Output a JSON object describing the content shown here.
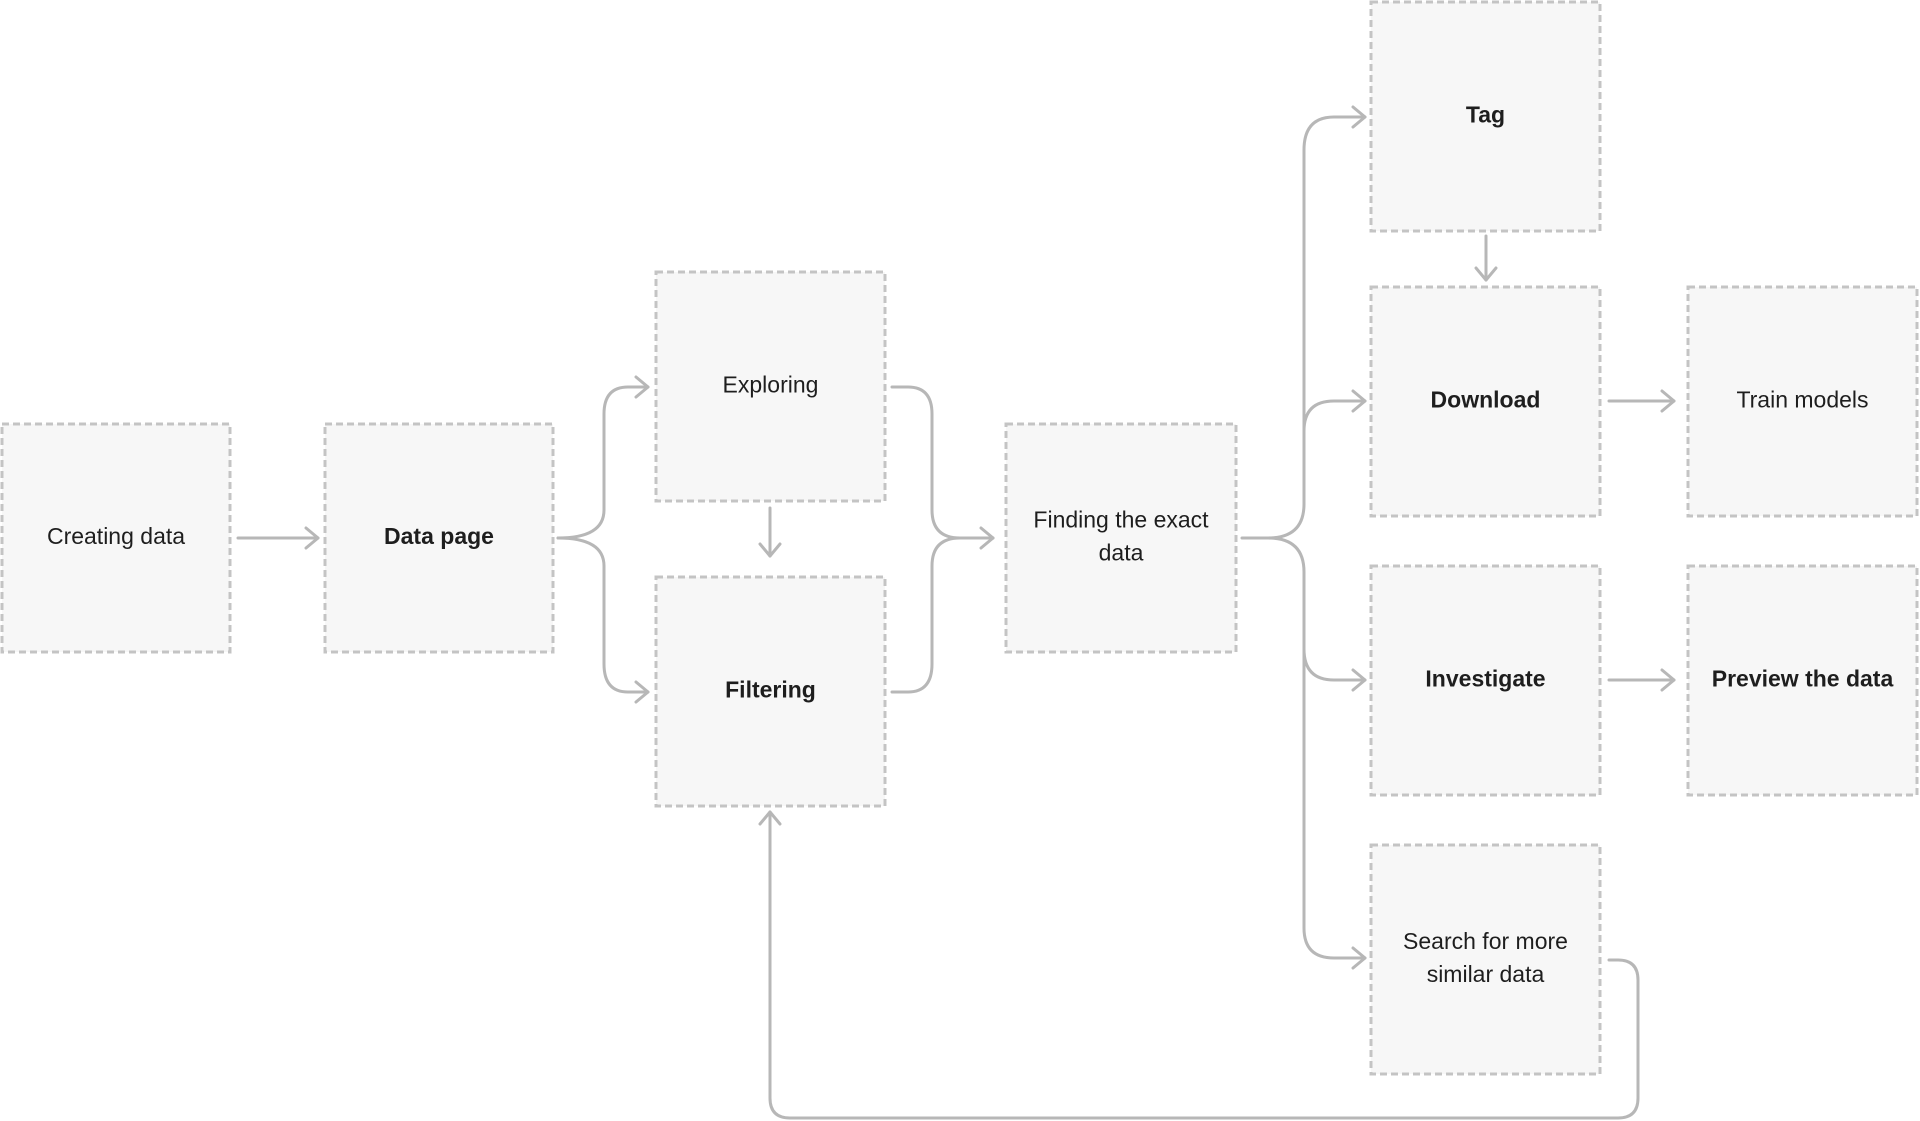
{
  "nodes": {
    "creating_data": {
      "lines": [
        "Creating data"
      ],
      "bold": false
    },
    "data_page": {
      "lines": [
        "Data page"
      ],
      "bold": true
    },
    "exploring": {
      "lines": [
        "Exploring"
      ],
      "bold": false
    },
    "filtering": {
      "lines": [
        "Filtering"
      ],
      "bold": true
    },
    "finding_exact_data": {
      "lines": [
        "Finding the exact",
        "data"
      ],
      "bold": false
    },
    "tag": {
      "lines": [
        "Tag"
      ],
      "bold": true
    },
    "download": {
      "lines": [
        "Download"
      ],
      "bold": true
    },
    "train_models": {
      "lines": [
        "Train models"
      ],
      "bold": false
    },
    "investigate": {
      "lines": [
        "Investigate"
      ],
      "bold": true
    },
    "preview_the_data": {
      "lines": [
        "Preview the data"
      ],
      "bold": true
    },
    "search_similar": {
      "lines": [
        "Search for more",
        "similar data"
      ],
      "bold": false
    }
  },
  "edges": [
    {
      "from": "creating_data",
      "to": "data_page"
    },
    {
      "from": "data_page",
      "to": "exploring"
    },
    {
      "from": "data_page",
      "to": "filtering"
    },
    {
      "from": "exploring",
      "to": "filtering"
    },
    {
      "from": "exploring",
      "to": "finding_exact_data"
    },
    {
      "from": "filtering",
      "to": "finding_exact_data"
    },
    {
      "from": "finding_exact_data",
      "to": "tag"
    },
    {
      "from": "finding_exact_data",
      "to": "download"
    },
    {
      "from": "finding_exact_data",
      "to": "investigate"
    },
    {
      "from": "finding_exact_data",
      "to": "search_similar"
    },
    {
      "from": "tag",
      "to": "download"
    },
    {
      "from": "download",
      "to": "train_models"
    },
    {
      "from": "investigate",
      "to": "preview_the_data"
    },
    {
      "from": "search_similar",
      "to": "filtering"
    }
  ],
  "colors": {
    "box_fill": "#f7f7f7",
    "box_border": "#c4c4c4",
    "connector": "#b7b7b7",
    "text": "#1e1e1e"
  }
}
